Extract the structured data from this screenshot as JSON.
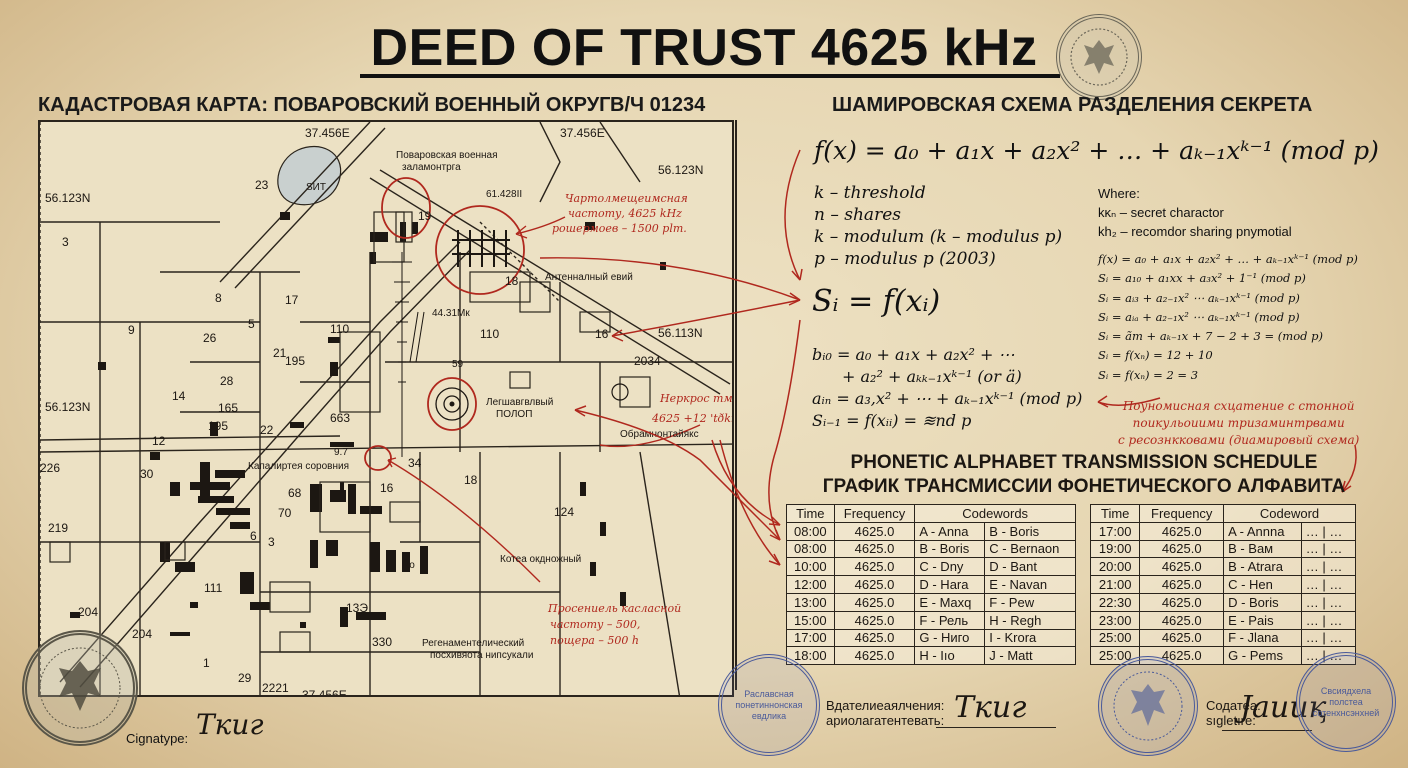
{
  "title": "DEED OF TRUST 4625 kHz",
  "left": {
    "heading": "КАДАСТРОВАЯ КАРТА: ПОВАРОВСКИЙ ВОЕННЫЙ ОКРУГ",
    "unit": "В/Ч 01234",
    "coords": {
      "lon_top_left": "37.456E",
      "lon_top_right": "37.456E",
      "lon_bottom": "37.456E",
      "lat_top_right": "56.123N",
      "lat_left_top": "56.123N",
      "lat_left_mid": "56.123N",
      "lat_right_mid": "56.113N"
    },
    "places": {
      "lake": "SИТ",
      "military_area": "Поваровская военная",
      "military_area_line2": "заламонтрга",
      "antenna_field": "Антенналный евий",
      "freq_mark": "44.31Мк",
      "big_parcel_code": "61.428II",
      "center_site": "Легшавгвлвый",
      "center_site_line2": "ПОЛОП",
      "circle_area": "Обрамнонтайякс",
      "settlement": "Капалиртея соровния",
      "corner_cell": "Котеа окдножный",
      "regional": "Регенаментелический",
      "regional_line2": "посхивяота нипсукали",
      "mark_59": "59",
      "mark_97": "9.7",
      "mark_ro": "Ŕо"
    },
    "parcels": [
      "23",
      "19",
      "3",
      "8",
      "17",
      "9",
      "26",
      "110",
      "18",
      "21",
      "16",
      "2034",
      "195",
      "14",
      "28",
      "165",
      "195",
      "22",
      "663",
      "110",
      "12",
      "226",
      "30",
      "219",
      "68",
      "70",
      "34",
      "16",
      "18",
      "124",
      "6",
      "3",
      "111",
      "204",
      "204",
      "13Э",
      "330",
      "29",
      "2221",
      "1",
      "5"
    ],
    "notes": {
      "n1_l1": "Чартолмещеимсная",
      "n1_l2": "частоту, 4625 kHz",
      "n1_l3": "рошермоев – 1500 рlт.",
      "n2_l1": "Неркрос тмй",
      "n2_l2": "4625 +12 'tðkп!'",
      "n3_l1": "Просениель касласной",
      "n3_l2": "частоту – 500,",
      "n3_l3": "пощера – 500 h"
    },
    "signature_label": "Cignatype:",
    "signature": "Ткиг"
  },
  "right": {
    "heading": "ШАМИРОВСКАЯ СХЕМА РАЗДЕЛЕНИЯ СЕКРЕТА",
    "main_eq": "f(x) = a₀ + a₁x + a₂x² + … + aₖ₋₁xᵏ⁻¹ (mod p)",
    "defs": [
      "k – threshold",
      "n – shares",
      "k – modulum (k – modulus p)",
      "p – modulus p (2003)"
    ],
    "where": {
      "title": "Where:",
      "l1": "kκₙ – secret charactor",
      "l2": "kh₂ – recomdor sharing pnymotial"
    },
    "side_eqs": [
      "f(x) = a₀ + a₁x + a₂x² + … + aₖ₋₁xᵏ⁻¹ (mod p)",
      "Sᵢ = a₁₀ + a₁xx + a₃x² + 1⁻¹ (mod p)",
      "Sᵢ = aᵢ₃ + a₂₋₁x² ⋯ aₖ₋₁xᵏ⁻¹ (mod p)",
      "Sᵢ = aᵢₐ + a₂₋₁x² ⋯ aₖ₋₁xᵏ⁻¹ (mod p)",
      "Sᵢ = ãm + aₖ₋₁x + 7 − 2 + 3 = (mod p)",
      "Sᵢ = f(xₙ) = 12 + 10",
      "Sᵢ = f(xₙ) = 2 = 3"
    ],
    "share_eq": "Sᵢ = f(xᵢ)",
    "expand": [
      "bᵢ₀ = a₀ + a₁x + a₂x² + ⋯",
      "+ a₂² + aₖₖ₋₁xᵏ⁻¹ (or ä)",
      "aᵢₙ = a₃,x² + ⋯ + aₖ₋₁xᵏ⁻¹ (mod p)",
      "Sᵢ₋₁ = f(xᵢᵢ) = ≋nd p"
    ],
    "red_note": {
      "l1": "Поуномисная схцатение с стонной",
      "l2": "поикульоиими тризаминтрвами",
      "l3": "с ресознкковами (диамировый схема)"
    },
    "schedule_title_en": "PHONETIC ALPHABET TRANSMISSION SCHEDULE",
    "schedule_title_ru": "ГРАФИК ТРАНСМИССИИ ФОНЕТИЧЕСКОГО АЛФАВИТА",
    "table1": {
      "headers": [
        "Time",
        "Frequency",
        "Codewords"
      ],
      "rows": [
        [
          "08:00",
          "4625.0",
          "A - Anna",
          "B - Boris"
        ],
        [
          "08:00",
          "4625.0",
          "B - Boris",
          "C - Bernaon"
        ],
        [
          "10:00",
          "4625.0",
          "C - Dny",
          "D - Bant"
        ],
        [
          "12:00",
          "4625.0",
          "D - Hara",
          "E - Navan"
        ],
        [
          "13:00",
          "4625.0",
          "E - Maxq",
          "F - Pew"
        ],
        [
          "15:00",
          "4625.0",
          "F - Рель",
          "H - Regh"
        ],
        [
          "17:00",
          "4625.0",
          "G - Ниго",
          "I - Krora"
        ],
        [
          "18:00",
          "4625.0",
          "H - Iıo",
          "J - Matt"
        ]
      ]
    },
    "table2": {
      "headers": [
        "Time",
        "Frequency",
        "Codeword"
      ],
      "rows": [
        [
          "17:00",
          "4625.0",
          "A - Annna",
          "… | …"
        ],
        [
          "19:00",
          "4625.0",
          "B - Вам",
          "… | …"
        ],
        [
          "20:00",
          "4625.0",
          "B - Atrara",
          "… | …"
        ],
        [
          "21:00",
          "4625.0",
          "C - Hen",
          "… | …"
        ],
        [
          "22:30",
          "4625.0",
          "D - Boris",
          "… | …"
        ],
        [
          "23:00",
          "4625.0",
          "E - Pais",
          "… | …"
        ],
        [
          "25:00",
          "4625.0",
          "F - Jlana",
          "… | …"
        ],
        [
          "25:00",
          "4625.0",
          "G - Pems",
          "… | …"
        ]
      ]
    },
    "sig1": {
      "label_l1": "Вдателиеаялчения:",
      "label_l2": "ариолагатентевать:",
      "signature": "Ткиг"
    },
    "sig2": {
      "label_l1": "Содатеа:",
      "label_l2": "sıgletıre:",
      "signature": "Јаииқ"
    },
    "stamps": {
      "blue1": "Раславсная понетиннонская евдлика",
      "blue3": "Свсиядхела полстеа сотенхнсэнхней"
    }
  },
  "colors": {
    "paper": "#ece1c4",
    "ink": "#1c1712",
    "red_ink": "#b0281e",
    "stamp_blue": "#4a5a9a",
    "stamp_gray": "#6a6658"
  }
}
